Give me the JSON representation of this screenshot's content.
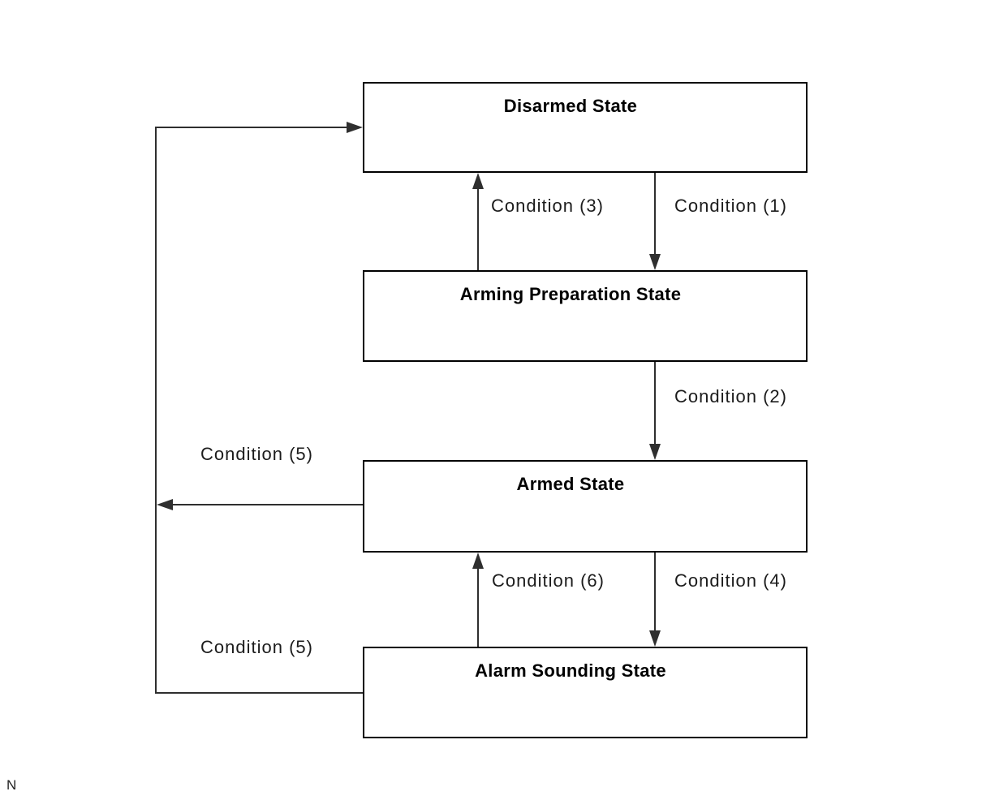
{
  "diagram": {
    "type": "state-transition-diagram",
    "states": {
      "disarmed": {
        "label": "Disarmed State"
      },
      "arming_preparation": {
        "label": "Arming Preparation State"
      },
      "armed": {
        "label": "Armed State"
      },
      "alarm_sounding": {
        "label": "Alarm Sounding State"
      }
    },
    "transition_labels": {
      "condition_1": "Condition (1)",
      "condition_2": "Condition (2)",
      "condition_3": "Condition (3)",
      "condition_4": "Condition (4)",
      "condition_5_upper": "Condition (5)",
      "condition_5_lower": "Condition (5)",
      "condition_6": "Condition (6)"
    },
    "transitions": [
      {
        "from": "Disarmed State",
        "to": "Arming Preparation State",
        "label": "Condition (1)"
      },
      {
        "from": "Arming Preparation State",
        "to": "Armed State",
        "label": "Condition (2)"
      },
      {
        "from": "Arming Preparation State",
        "to": "Disarmed State",
        "label": "Condition (3)"
      },
      {
        "from": "Armed State",
        "to": "Alarm Sounding State",
        "label": "Condition (4)"
      },
      {
        "from": "Armed State",
        "to": "Disarmed State",
        "label": "Condition (5)"
      },
      {
        "from": "Alarm Sounding State",
        "to": "Disarmed State",
        "label": "Condition (5)"
      },
      {
        "from": "Alarm Sounding State",
        "to": "Armed State",
        "label": "Condition (6)"
      }
    ],
    "corner_note": "N",
    "colors": {
      "background": "#ffffff",
      "box_border": "#000000",
      "line": "#2f2f2f",
      "text": "#1c1c1c"
    }
  }
}
